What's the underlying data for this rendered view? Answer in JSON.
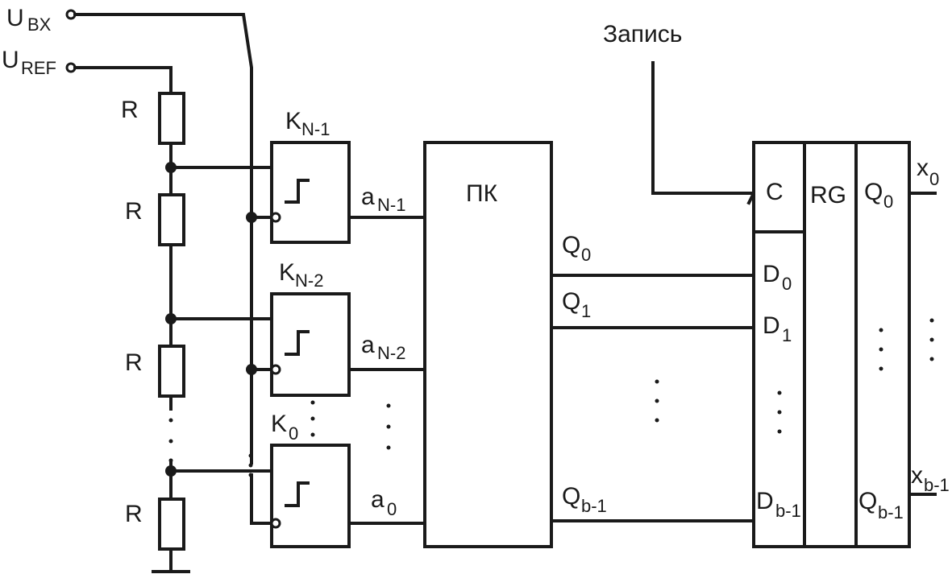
{
  "inputs": {
    "u_bx": {
      "main": "U",
      "sub": "BX"
    },
    "u_ref": {
      "main": "U",
      "sub": "REF"
    }
  },
  "ladder": {
    "resistor_label": "R"
  },
  "comparators": [
    {
      "main": "K",
      "sub": "N-1",
      "output_main": "a",
      "output_sub": "N-1"
    },
    {
      "main": "K",
      "sub": "N-2",
      "output_main": "a",
      "output_sub": "N-2"
    },
    {
      "main": "K",
      "sub": "0",
      "output_main": "a",
      "output_sub": "0"
    }
  ],
  "encoder": {
    "label": "ПК",
    "outputs": [
      {
        "main": "Q",
        "sub": "0"
      },
      {
        "main": "Q",
        "sub": "1"
      },
      {
        "main": "Q",
        "sub": "b-1"
      }
    ]
  },
  "register": {
    "write_label": "Запись",
    "clock_label": "C",
    "type_label": "RG",
    "data_inputs": [
      {
        "main": "D",
        "sub": "0"
      },
      {
        "main": "D",
        "sub": "1"
      },
      {
        "main": "D",
        "sub": "b-1"
      }
    ],
    "outputs": [
      {
        "main": "Q",
        "sub": "0"
      },
      {
        "main": "Q",
        "sub": "b-1"
      }
    ],
    "output_lines": [
      {
        "main": "x",
        "sub": "0"
      },
      {
        "main": "x",
        "sub": "b-1"
      }
    ]
  },
  "colors": {
    "ink": "#1a1a1a",
    "background": "#ffffff"
  }
}
